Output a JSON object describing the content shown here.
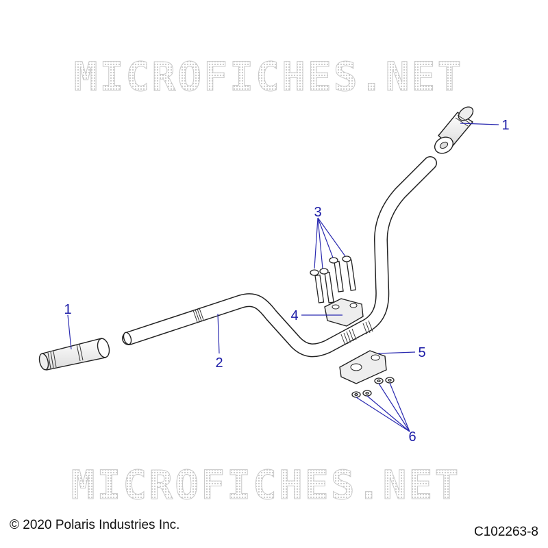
{
  "watermark": {
    "text": "MICROFICHES.NET"
  },
  "callouts": {
    "grip_right": "1",
    "grip_left": "1",
    "handlebar": "2",
    "bolts": "3",
    "upper_clamp": "4",
    "lower_clamp": "5",
    "nuts": "6"
  },
  "footer": {
    "copyright": "© 2020 Polaris Industries Inc.",
    "diagram_id": "C102263-8"
  },
  "colors": {
    "callout": "#1a1aa6",
    "part_stroke": "#222222",
    "part_fill": "#ffffff"
  }
}
